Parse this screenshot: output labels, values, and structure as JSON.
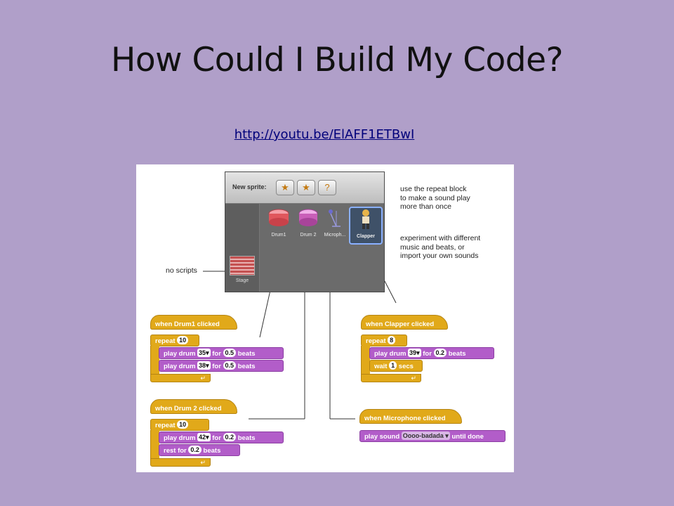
{
  "slide": {
    "title": "How Could I Build My Code?",
    "link": "http://youtu.be/ElAFF1ETBwI"
  },
  "sprite_pane": {
    "toolbar_label": "New sprite:",
    "toolbar_buttons": [
      "paint-new-sprite",
      "choose-sprite-from-file",
      "random-sprite"
    ],
    "stage_label": "Stage",
    "sprites": [
      {
        "name": "Drum1",
        "icon": "drum-icon",
        "color": "#e0575d"
      },
      {
        "name": "Drum 2",
        "icon": "drum-icon",
        "color": "#c95fb8"
      },
      {
        "name": "Microph...",
        "icon": "microphone-icon",
        "color": "#6b6bd0"
      },
      {
        "name": "Clapper",
        "icon": "clapper-icon",
        "color": "#e8b44a",
        "selected": true
      }
    ]
  },
  "notes": {
    "repeat": [
      "use the repeat block",
      "to make a sound play",
      "more than once"
    ],
    "experiment": [
      "experiment with different",
      "music and beats, or",
      "import your own sounds"
    ],
    "no_scripts": "no scripts"
  },
  "scripts": {
    "drum1": {
      "hat": "when Drum1 clicked",
      "repeat_label": "repeat",
      "repeat_count": "10",
      "play1": {
        "label": "play drum",
        "drum": "35",
        "for": "for",
        "beats": "0.5",
        "unit": "beats"
      },
      "play2": {
        "label": "play drum",
        "drum": "38",
        "for": "for",
        "beats": "0.5",
        "unit": "beats"
      }
    },
    "drum2": {
      "hat": "when Drum 2 clicked",
      "repeat_label": "repeat",
      "repeat_count": "10",
      "play1": {
        "label": "play drum",
        "drum": "42",
        "for": "for",
        "beats": "0.2",
        "unit": "beats"
      },
      "rest": {
        "label": "rest for",
        "beats": "0.2",
        "unit": "beats"
      }
    },
    "clapper": {
      "hat": "when Clapper clicked",
      "repeat_label": "repeat",
      "repeat_count": "8",
      "play1": {
        "label": "play drum",
        "drum": "39",
        "for": "for",
        "beats": "0.2",
        "unit": "beats"
      },
      "wait": {
        "label": "wait",
        "secs": "1",
        "unit": "secs"
      }
    },
    "microphone": {
      "hat": "when Microphone clicked",
      "play_sound": {
        "label": "play sound",
        "sound": "Oooo-badada",
        "suffix": "until done"
      }
    }
  },
  "colors": {
    "background": "#b09fc9",
    "control_block": "#e1a91a",
    "sound_block": "#b25dc9",
    "link": "#00007a"
  }
}
